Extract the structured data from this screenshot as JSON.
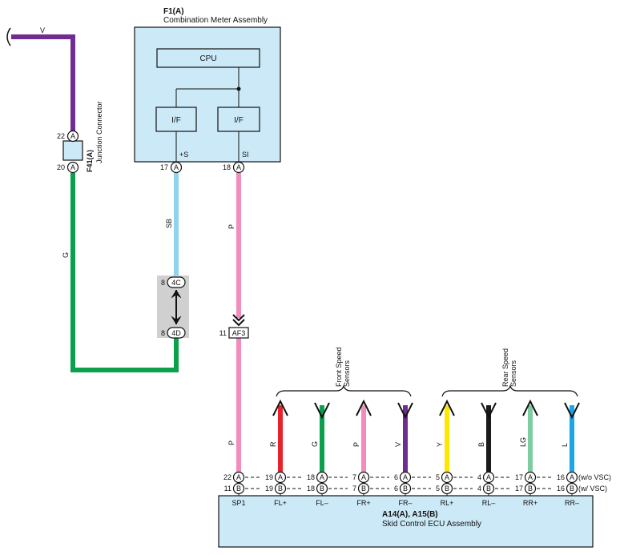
{
  "meter": {
    "id": "F1(A)",
    "name": "Combination Meter Assembly",
    "cpu": "CPU",
    "if_left": "I/F",
    "if_right": "I/F",
    "term_plus_s": "+S",
    "term_si": "SI",
    "pin_left": "17",
    "pin_right": "18",
    "conn_letter": "A"
  },
  "junction": {
    "id": "F41(A)",
    "name": "Junction Connector",
    "pin_top": "22",
    "pin_bottom": "20",
    "conn_letter": "A"
  },
  "connectors": {
    "c4c_pin": "8",
    "c4c": "4C",
    "c4d_pin": "8",
    "c4d": "4D",
    "af3_pin": "11",
    "af3": "AF3"
  },
  "wires": {
    "v_top": "V",
    "g_left": "G",
    "sb": "SB",
    "p_upper": "P",
    "p_lower": "P"
  },
  "sensors": {
    "front": "Front Speed Sensors",
    "rear": "Rear Speed Sensors"
  },
  "ecu": {
    "id": "A14(A), A15(B)",
    "name": "Skid Control ECU Assembly",
    "note_a": "(w/o VSC)",
    "note_b": "(w/ VSC)",
    "letter_a": "A",
    "letter_b": "B",
    "sp1_pin_a": "22",
    "sp1_pin_b": "11",
    "sp1_label": "SP1",
    "terminals": [
      {
        "label": "FL+",
        "color_name": "R",
        "color": "#e8222a",
        "dir": "up",
        "pin_a": "19",
        "pin_b": "19"
      },
      {
        "label": "FL–",
        "color_name": "G",
        "color": "#0aa04c",
        "dir": "down",
        "pin_a": "18",
        "pin_b": "18"
      },
      {
        "label": "FR+",
        "color_name": "P",
        "color": "#f28cbc",
        "dir": "up",
        "pin_a": "7",
        "pin_b": "7"
      },
      {
        "label": "FR–",
        "color_name": "V",
        "color": "#6f2c91",
        "dir": "down",
        "pin_a": "6",
        "pin_b": "6"
      },
      {
        "label": "RL+",
        "color_name": "Y",
        "color": "#ffe600",
        "dir": "up",
        "pin_a": "5",
        "pin_b": "5"
      },
      {
        "label": "RL–",
        "color_name": "B",
        "color": "#1a1a1a",
        "dir": "down",
        "pin_a": "4",
        "pin_b": "4"
      },
      {
        "label": "RR+",
        "color_name": "LG",
        "color": "#7fcca0",
        "dir": "up",
        "pin_a": "17",
        "pin_b": "17"
      },
      {
        "label": "RR–",
        "color_name": "L",
        "color": "#1aa6e8",
        "dir": "down",
        "pin_a": "16",
        "pin_b": "16"
      }
    ]
  },
  "colors": {
    "box_fill": "#cce9f7",
    "wire_v": "#6f2c91",
    "wire_g": "#0aa04c",
    "wire_sb": "#8fd3f0",
    "wire_p": "#f28cbc",
    "shade": "#d0d0d0"
  }
}
